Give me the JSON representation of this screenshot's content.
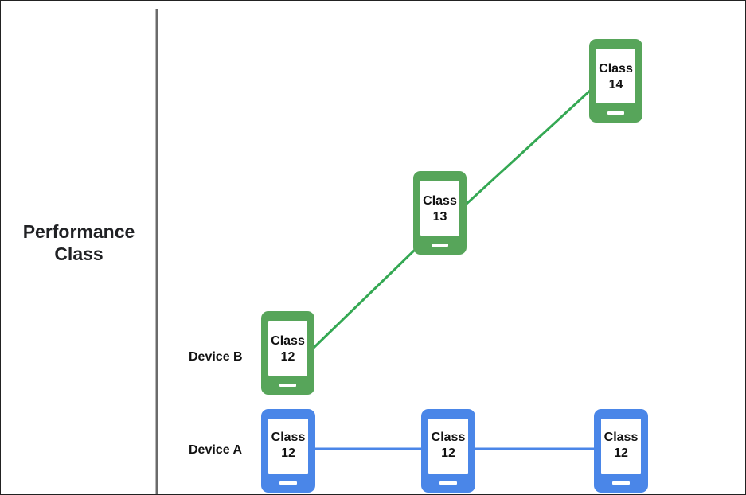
{
  "axis_title": {
    "line1": "Performance",
    "line2": "Class"
  },
  "colors": {
    "device_b": "#57a55a",
    "device_b_line": "#34a853",
    "device_a": "#4a86e8",
    "device_a_line": "#4a86e8",
    "axis": "#6b6b6b"
  },
  "devices": [
    {
      "id": "device-b",
      "label": "Device B",
      "color_key": "device_b",
      "phones": [
        {
          "word": "Class",
          "number": "12"
        },
        {
          "word": "Class",
          "number": "13"
        },
        {
          "word": "Class",
          "number": "14"
        }
      ]
    },
    {
      "id": "device-a",
      "label": "Device A",
      "color_key": "device_a",
      "phones": [
        {
          "word": "Class",
          "number": "12"
        },
        {
          "word": "Class",
          "number": "12"
        },
        {
          "word": "Class",
          "number": "12"
        }
      ]
    }
  ]
}
